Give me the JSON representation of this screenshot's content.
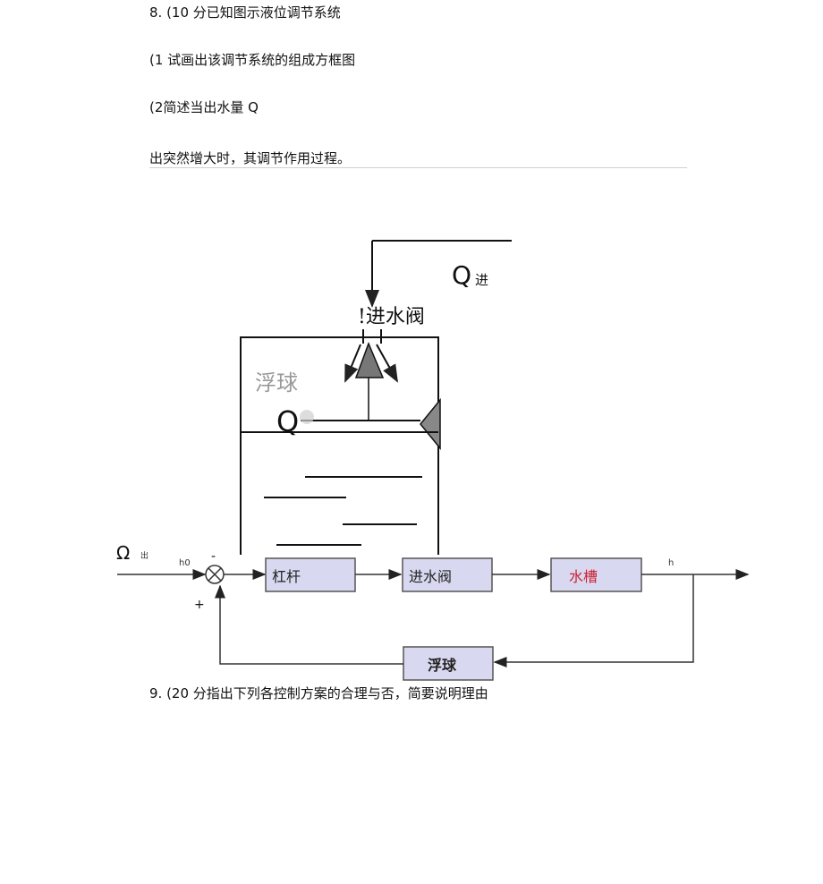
{
  "questions": {
    "q8_title": "8. (10 分已知图示液位调节系统",
    "q8_part1": "(1 试画出该调节系统的组成方框图",
    "q8_part2": "(2简述当出水量 Q",
    "q8_part2_cont": "出突然增大时，其调节作用过程。",
    "q9_title": "9. (20 分指出下列各控制方案的合理与否，简要说明理由"
  },
  "tank_diagram": {
    "inflow_label": "Q",
    "inflow_subscript": "进",
    "valve_label": "!进水阀",
    "float_label": "浮球",
    "outflow_label": "Q"
  },
  "block_diagram": {
    "input_label": "Ω",
    "input_sub": "出",
    "setpoint_label": "h0",
    "minus_sign": "-",
    "plus_sign": "+",
    "blocks": [
      "杠杆",
      "进水阀",
      "水槽",
      "浮球"
    ],
    "output_label": "h"
  },
  "colors": {
    "block_fill": "#d8d8f0",
    "block_border": "#555555",
    "tank_label_red": "#cc2233"
  }
}
